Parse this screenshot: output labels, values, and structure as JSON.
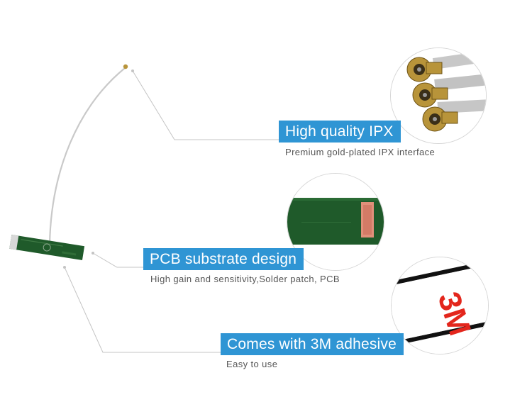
{
  "features": [
    {
      "title": "High quality IPX",
      "subtitle": "Premium gold-plated IPX interface"
    },
    {
      "title": "PCB substrate design",
      "subtitle": "High gain and sensitivity,Solder patch, PCB"
    },
    {
      "title": "Comes with 3M adhesive",
      "subtitle": "Easy to use"
    }
  ],
  "adhesive_brand": "3M",
  "colors": {
    "label_blue": "#2f95d4",
    "pcb_green": "#1f5a2a",
    "gold": "#b8943a",
    "cable_grey": "#c8c8c8",
    "adhesive_red": "#e3261c"
  }
}
